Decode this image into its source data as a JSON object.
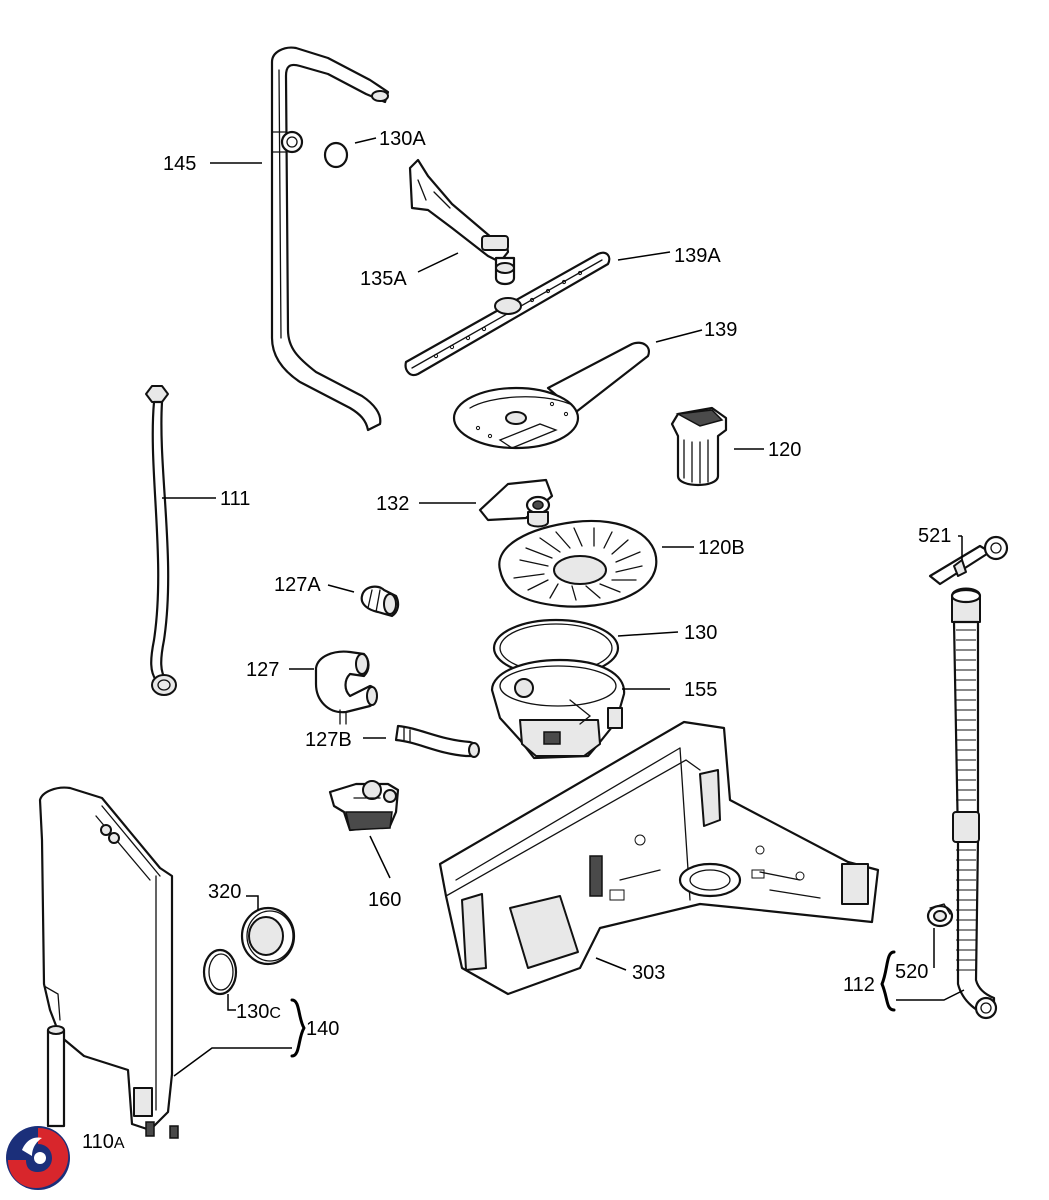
{
  "diagram": {
    "callouts": {
      "p145": "145",
      "p130A": "130A",
      "p135A": "135A",
      "p139A": "139A",
      "p139": "139",
      "p120": "120",
      "p111": "111",
      "p132": "132",
      "p120B": "120B",
      "p521": "521",
      "p127A": "127A",
      "p130": "130",
      "p127": "127",
      "p155": "155",
      "p127B": "127B",
      "p160": "160",
      "p320": "320",
      "p303": "303",
      "p112": "112",
      "p520": "520",
      "p130C_main": "130",
      "p130C_suffix": "C",
      "p140": "140",
      "p110A_main": "110",
      "p110A_suffix": "A"
    },
    "logo": "brand-logo"
  }
}
